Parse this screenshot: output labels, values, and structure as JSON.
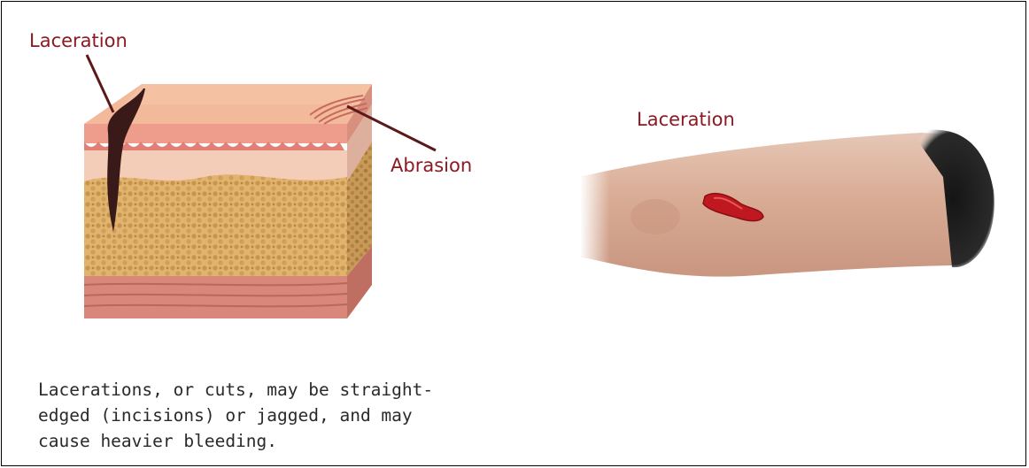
{
  "diagram": {
    "labels": {
      "skin_laceration": "Laceration",
      "abrasion": "Abrasion",
      "arm_laceration": "Laceration"
    },
    "caption_lines": [
      "Lacerations, or cuts, may be straight-",
      "edged (incisions) or jagged, and may",
      "cause heavier bleeding."
    ],
    "colors": {
      "label": "#8b1a22",
      "wound": "#c01820",
      "cut": "#3a1a18"
    }
  }
}
